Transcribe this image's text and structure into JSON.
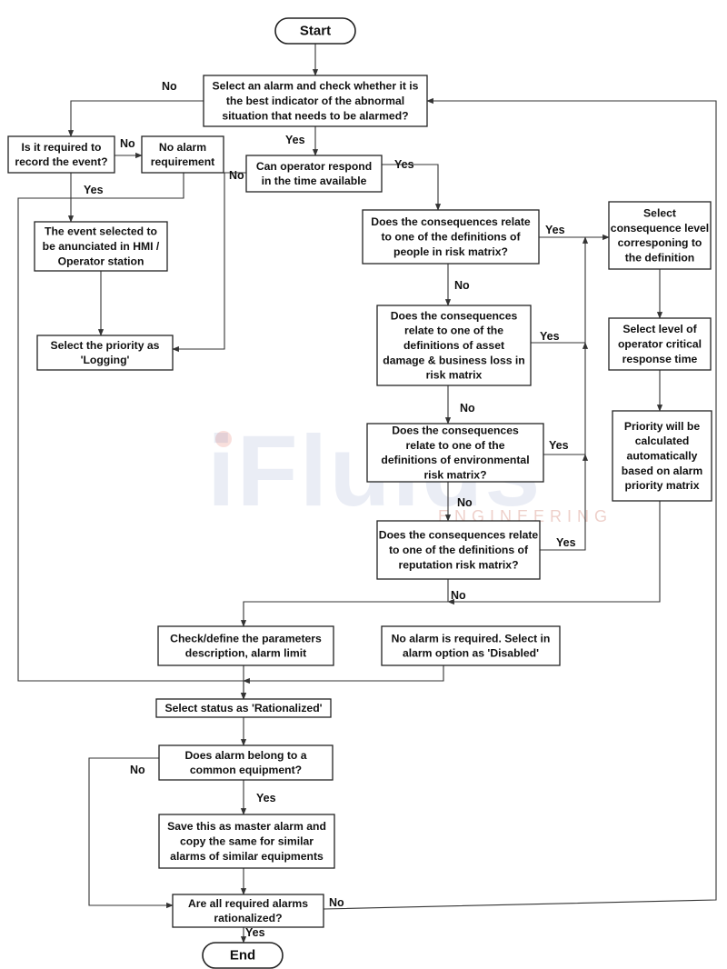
{
  "watermark": {
    "brand": "iFluids",
    "sub": "ENGINEERING",
    "brand_color": "#3a5aa8",
    "accent_color": "#e0503c"
  },
  "nodes": {
    "start": [
      "Start"
    ],
    "select_alarm": [
      "Select an  alarm and check  whether it is",
      "the best indicator of the abnormal",
      "situation that needs to be alarmed?"
    ],
    "record_event": [
      "Is it required to",
      "record the event?"
    ],
    "no_alarm_req": [
      "No alarm",
      "requirement"
    ],
    "operator_respond": [
      "Can operator respond",
      "in the time available"
    ],
    "event_annunciated": [
      "The event selected to",
      "be anunciated in HMI /",
      "Operator station"
    ],
    "priority_logging": [
      "Select the priority as",
      "'Logging'"
    ],
    "q_people": [
      "Does the consequences relate",
      "to one of the  definitions of",
      "people in risk matrix?"
    ],
    "q_asset": [
      "Does the consequences",
      "relate to one of the",
      "definitions of asset",
      "damage & business loss in",
      "risk matrix"
    ],
    "q_env": [
      "Does the consequences",
      "relate to one of the",
      "definitions of environmental",
      "risk matrix?"
    ],
    "q_reputation": [
      "Does the consequences relate",
      "to one of the  definitions of",
      "reputation risk matrix?"
    ],
    "select_consequence": [
      "Select",
      "consequence level",
      "corresponing to",
      "the definition"
    ],
    "select_response": [
      "Select level of",
      "operator critical",
      "response time"
    ],
    "priority_calc": [
      "Priority will be",
      "calculated",
      "automatically",
      "based on alarm",
      "priority matrix"
    ],
    "check_params": [
      "Check/define the parameters",
      "description, alarm limit"
    ],
    "no_alarm_disabled": [
      "No alarm is required. Select in",
      "alarm option as 'Disabled'"
    ],
    "status_rationalized": [
      "Select status as 'Rationalized'"
    ],
    "common_equipment": [
      "Does alarm belong to a",
      "common equipment?"
    ],
    "save_master": [
      "Save this as master alarm and",
      "copy the same for similar",
      "alarms of similar equipments"
    ],
    "all_rationalized": [
      "Are all required alarms",
      "rationalized?"
    ],
    "end": [
      "End"
    ]
  },
  "edge_labels": {
    "select_no": "No",
    "select_yes": "Yes",
    "record_no": "No",
    "record_yes": "Yes",
    "respond_yes": "Yes",
    "respond_no": "No",
    "people_yes": "Yes",
    "people_no": "No",
    "asset_yes": "Yes",
    "asset_no": "No",
    "env_yes": "Yes",
    "env_no": "No",
    "reputation_yes": "Yes",
    "reputation_no": "No",
    "common_no": "No",
    "common_yes": "Yes",
    "all_no": "No",
    "all_yes": "Yes"
  }
}
